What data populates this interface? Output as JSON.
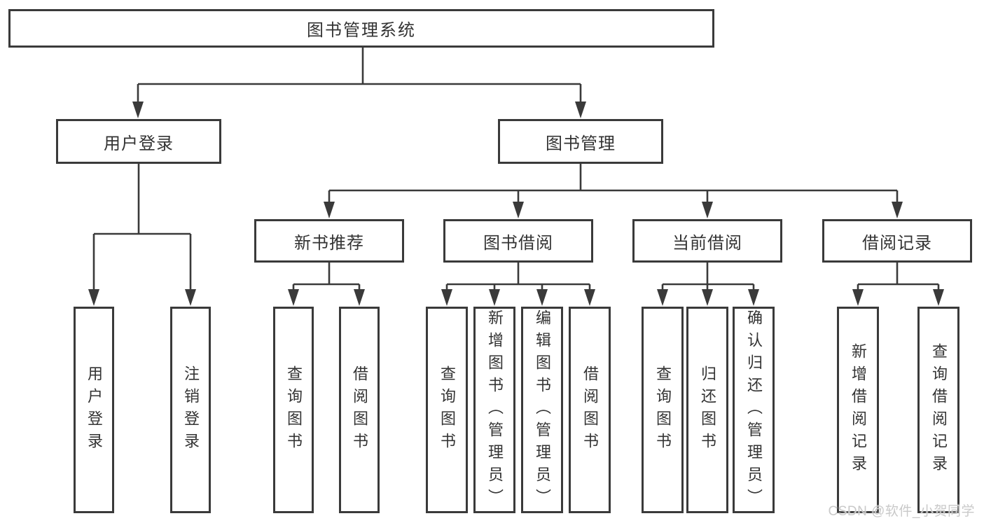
{
  "colors": {
    "line": "#3a3a3a",
    "node_text": "#333333",
    "watermark_text": "#c9c9c9",
    "node_bg": "#ffffff"
  },
  "diagram": {
    "root": {
      "label": "图书管理系统"
    },
    "branches": [
      {
        "label": "用户登录",
        "children": [
          {
            "label": "用户登录"
          },
          {
            "label": "注销登录"
          }
        ]
      },
      {
        "label": "图书管理",
        "children": [
          {
            "label": "新书推荐",
            "children": [
              {
                "label": "查询图书"
              },
              {
                "label": "借阅图书"
              }
            ]
          },
          {
            "label": "图书借阅",
            "children": [
              {
                "label": "查询图书"
              },
              {
                "label": "新增图书（管理员）"
              },
              {
                "label": "编辑图书（管理员）"
              },
              {
                "label": "借阅图书"
              }
            ]
          },
          {
            "label": "当前借阅",
            "children": [
              {
                "label": "查询图书"
              },
              {
                "label": "归还图书"
              },
              {
                "label": "确认归还（管理员）"
              }
            ]
          },
          {
            "label": "借阅记录",
            "children": [
              {
                "label": "新增借阅记录"
              },
              {
                "label": "查询借阅记录"
              }
            ]
          }
        ]
      }
    ]
  },
  "watermark": {
    "text": "CSDN @软件_小贺同学"
  }
}
